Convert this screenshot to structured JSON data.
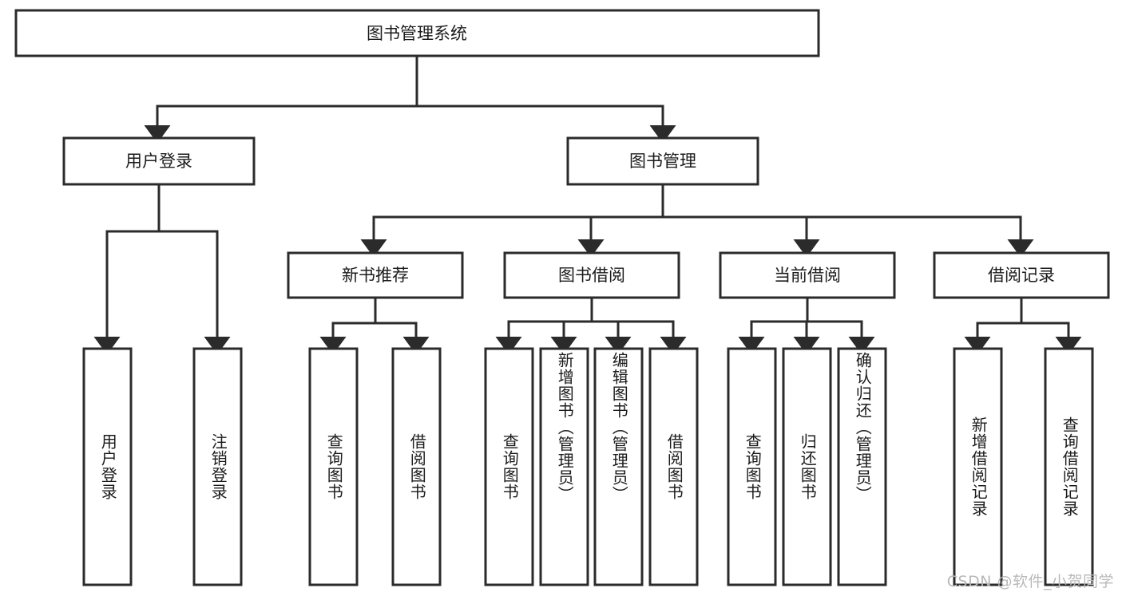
{
  "diagram": {
    "type": "hierarchy-tree",
    "title": "图书管理系统",
    "watermark": "CSDN @软件_小贺同学",
    "colors": {
      "stroke": "#2b2b2b",
      "fill": "#ffffff",
      "text": "#1b1b1b",
      "watermark": "#b9b9b9"
    },
    "root": {
      "label": "图书管理系统"
    },
    "level2": [
      {
        "label": "用户登录"
      },
      {
        "label": "图书管理"
      }
    ],
    "level3": [
      {
        "label": "新书推荐"
      },
      {
        "label": "图书借阅"
      },
      {
        "label": "当前借阅"
      },
      {
        "label": "借阅记录"
      }
    ],
    "leaves": {
      "user_login": [
        {
          "label": "用户登录"
        },
        {
          "label": "注销登录"
        }
      ],
      "new_book": [
        {
          "label": "查询图书"
        },
        {
          "label": "借阅图书"
        }
      ],
      "borrow_book": [
        {
          "label": "查询图书"
        },
        {
          "label": "新增图书（管理员）"
        },
        {
          "label": "编辑图书（管理员）"
        },
        {
          "label": "借阅图书"
        }
      ],
      "current_borrow": [
        {
          "label": "查询图书"
        },
        {
          "label": "归还图书"
        },
        {
          "label": "确认归还（管理员）"
        }
      ],
      "borrow_record": [
        {
          "label": "新增借阅记录"
        },
        {
          "label": "查询借阅记录"
        }
      ]
    }
  }
}
